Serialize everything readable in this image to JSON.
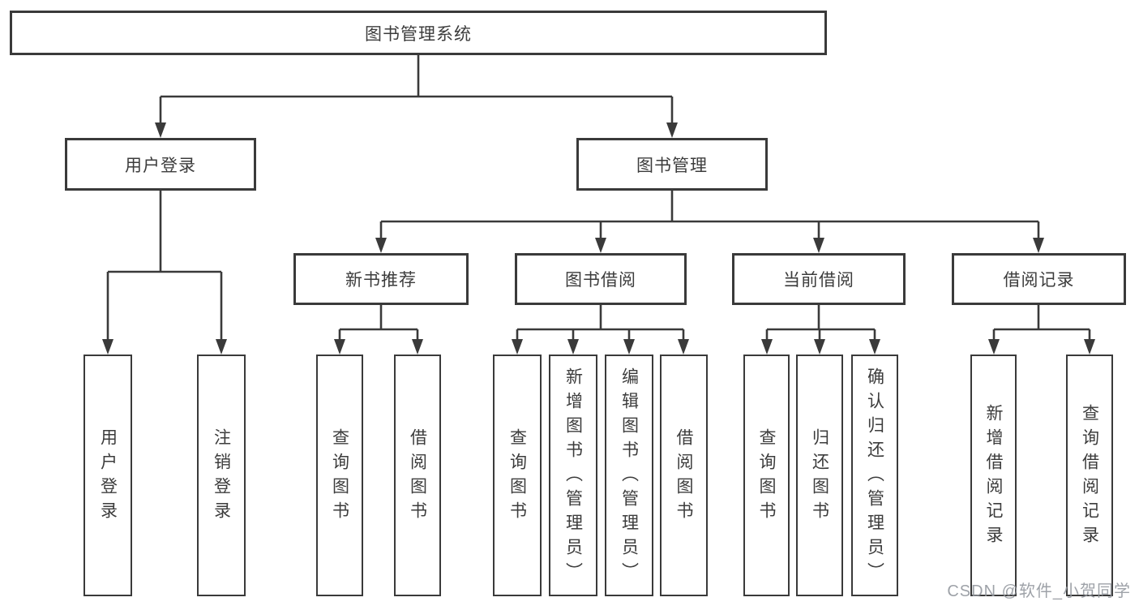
{
  "watermark": {
    "text": "CSDN @软件_小贺同学"
  },
  "colors": {
    "line": "#3a3a3a",
    "node_text": "#3c3c3c",
    "watermark": "#94989f"
  },
  "tree": {
    "root": {
      "label": "图书管理系统"
    },
    "children": [
      {
        "label": "用户登录",
        "children": [
          {
            "label": "用户登录"
          },
          {
            "label": "注销登录"
          }
        ]
      },
      {
        "label": "图书管理",
        "children": [
          {
            "label": "新书推荐",
            "children": [
              {
                "label": "查询图书"
              },
              {
                "label": "借阅图书"
              }
            ]
          },
          {
            "label": "图书借阅",
            "children": [
              {
                "label": "查询图书"
              },
              {
                "label": "新增图书（管理员）"
              },
              {
                "label": "编辑图书（管理员）"
              },
              {
                "label": "借阅图书"
              }
            ]
          },
          {
            "label": "当前借阅",
            "children": [
              {
                "label": "查询图书"
              },
              {
                "label": "归还图书"
              },
              {
                "label": "确认归还（管理员）"
              }
            ]
          },
          {
            "label": "借阅记录",
            "children": [
              {
                "label": "新增借阅记录"
              },
              {
                "label": "查询借阅记录"
              }
            ]
          }
        ]
      }
    ]
  }
}
